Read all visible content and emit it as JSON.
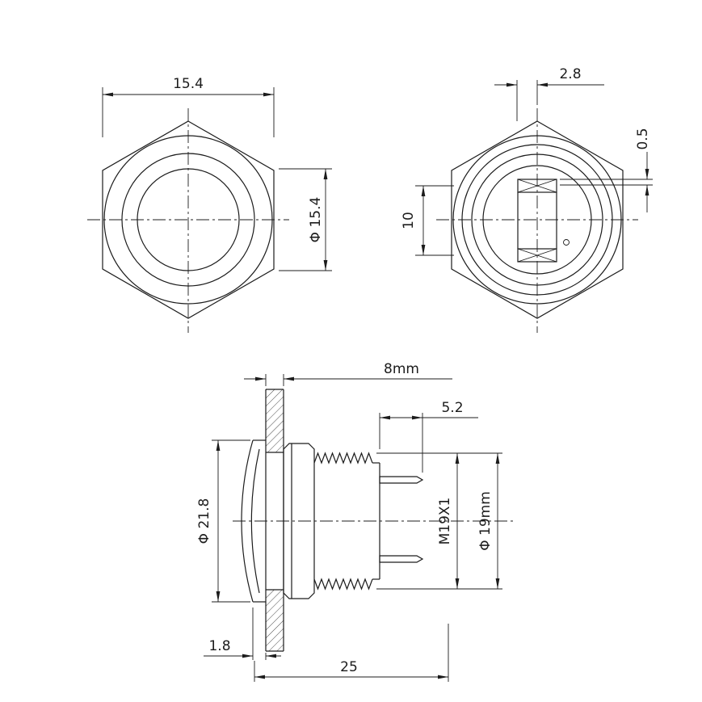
{
  "background": "#ffffff",
  "line_color": "#1c1c1c",
  "views": {
    "front": {
      "dims": {
        "hex_width": "15.4",
        "button_diameter": "Φ 15.4"
      }
    },
    "rear": {
      "dims": {
        "terminal_offset": "2.8",
        "terminal_thickness": "0.5",
        "terminal_spacing": "10"
      }
    },
    "side": {
      "dims": {
        "panel_thickness": "8mm",
        "pin_length": "5.2",
        "head_diameter": "Φ 21.8",
        "thread_spec": "M19X1",
        "body_diameter": "Φ 19mm",
        "bezel_height": "1.8",
        "overall_length": "25"
      }
    }
  }
}
